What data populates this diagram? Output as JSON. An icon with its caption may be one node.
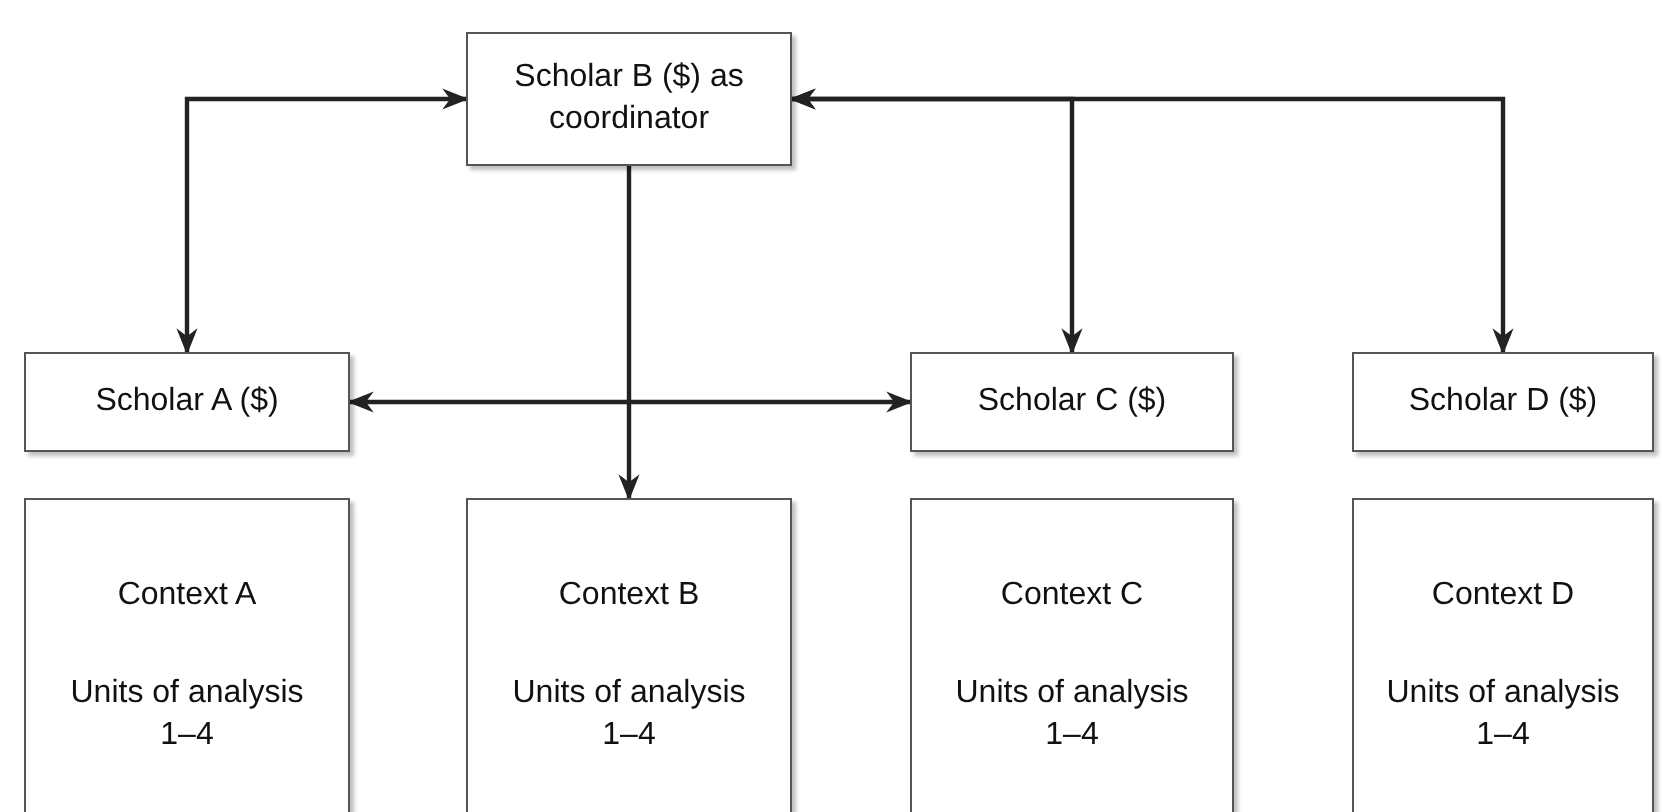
{
  "diagram": {
    "nodes": [
      {
        "text": [
          "Scholar B ($) as coordinator"
        ]
      },
      {
        "text": [
          "Scholar A ($)"
        ]
      },
      {
        "text": [
          "Scholar C ($)"
        ]
      },
      {
        "text": [
          "Scholar D ($)"
        ]
      },
      {
        "text": [
          "Context A",
          "Units of analysis 1–4"
        ]
      },
      {
        "text": [
          "Context B",
          "Units of analysis 1–4"
        ]
      },
      {
        "text": [
          "Context C",
          "Units of analysis 1–4"
        ]
      },
      {
        "text": [
          "Context D",
          "Units of analysis 1–4"
        ]
      }
    ],
    "edges": [
      {
        "from": 0,
        "to": 1,
        "arrow": "both"
      },
      {
        "from": 0,
        "to": 5,
        "arrow": "to"
      },
      {
        "from": 1,
        "to": 2,
        "arrow": "both"
      },
      {
        "from": 0,
        "to": 2,
        "arrow": "both"
      },
      {
        "from": 0,
        "to": 3,
        "arrow": "both"
      }
    ]
  }
}
